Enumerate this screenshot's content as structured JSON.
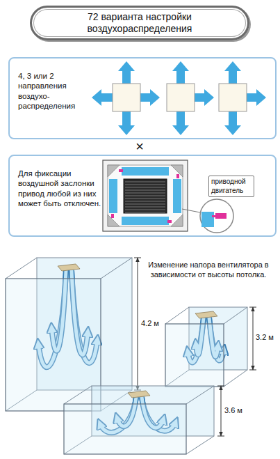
{
  "diagram": {
    "title": "72 варианта настройки воздухораспределения",
    "nodes": [
      {
        "text": [
          "4, 3 или 2 направления воздухо- распределения"
        ]
      },
      {
        "text": [
          "Для фиксации воздушной заслонки привод любой из них может быть отключен."
        ]
      },
      {
        "text": [
          "приводной двигатель"
        ],
        "in": 1
      }
    ],
    "labels": [
      "×",
      "Изменение напора вентилятора в зависимости от высоты потолка.",
      "4.2 м",
      "3.2 м",
      "3.6 м"
    ]
  }
}
